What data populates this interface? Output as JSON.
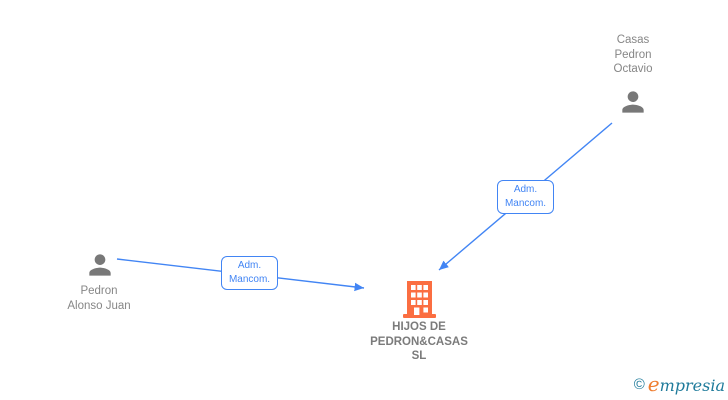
{
  "colors": {
    "accent_blue": "#4285f4",
    "node_gray": "#787878",
    "label_gray": "#868686",
    "company_label_gray": "#7b7b7b",
    "company_orange": "#fb6e41",
    "logo_teal": "#1f7b9b",
    "logo_orange": "#ef7d2f"
  },
  "nodes": {
    "person_top_right": {
      "icon": "person-icon",
      "lines": [
        "Casas",
        "Pedron",
        "Octavio"
      ]
    },
    "person_left": {
      "icon": "person-icon",
      "lines": [
        "Pedron",
        "Alonso Juan"
      ]
    },
    "company": {
      "icon": "building-icon",
      "lines": [
        "HIJOS DE",
        "PEDRON&CASAS",
        "SL"
      ]
    }
  },
  "edges": [
    {
      "from": "person_left",
      "to": "company",
      "label_lines": [
        "Adm.",
        "Mancom."
      ]
    },
    {
      "from": "person_top_right",
      "to": "company",
      "label_lines": [
        "Adm.",
        "Mancom."
      ]
    }
  ],
  "watermark": {
    "copyright": "©",
    "brand_initial": "e",
    "brand_rest": "mpresia"
  }
}
